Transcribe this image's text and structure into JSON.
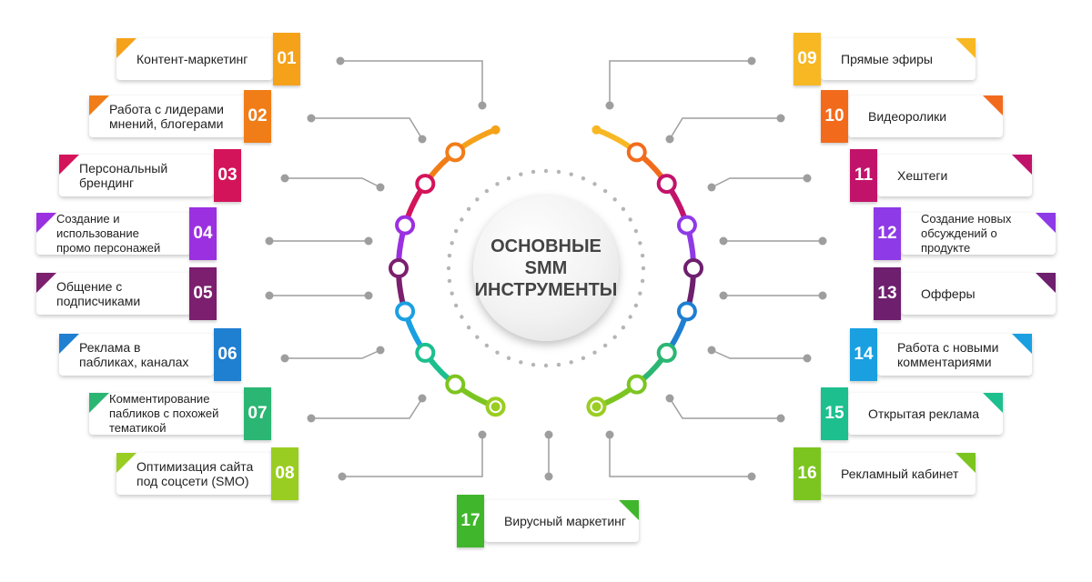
{
  "center": {
    "title": "ОСНОВНЫЕ SMM\nИНСТРУМЕНТЫ"
  },
  "items": [
    {
      "num": "01",
      "label": "Контент-маркетинг",
      "color": "#f5a21a"
    },
    {
      "num": "02",
      "label": "Работа с лидерами\nмнений, блогерами",
      "color": "#f07d17"
    },
    {
      "num": "03",
      "label": "Персональный\nбрендинг",
      "color": "#d4145a"
    },
    {
      "num": "04",
      "label": "Создание и\nиспользование\nпромо персонажей",
      "color": "#9b30e0"
    },
    {
      "num": "05",
      "label": "Общение с\nподписчиками",
      "color": "#7b1f6e"
    },
    {
      "num": "06",
      "label": "Реклама в\nпабликах, каналах",
      "color": "#1f7fd1"
    },
    {
      "num": "07",
      "label": "Комментирование\nпабликов с похожей\nтематикой",
      "color": "#2bb673"
    },
    {
      "num": "08",
      "label": "Оптимизация сайта\nпод соцсети (SMO)",
      "color": "#9acd22"
    },
    {
      "num": "09",
      "label": "Прямые эфиры",
      "color": "#f7b824"
    },
    {
      "num": "10",
      "label": "Видеоролики",
      "color": "#f26b1d"
    },
    {
      "num": "11",
      "label": "Хештеги",
      "color": "#c2136b"
    },
    {
      "num": "12",
      "label": "Создание новых\nобсуждений о\nпродукте",
      "color": "#8e3ae6"
    },
    {
      "num": "13",
      "label": "Офферы",
      "color": "#6e1f6e"
    },
    {
      "num": "14",
      "label": "Работа с новыми\nкомментариями",
      "color": "#1aa0e0"
    },
    {
      "num": "15",
      "label": "Открытая реклама",
      "color": "#1dbf8e"
    },
    {
      "num": "16",
      "label": "Рекламный кабинет",
      "color": "#7cc520"
    },
    {
      "num": "17",
      "label": "Вирусный маркетинг",
      "color": "#3fb62b"
    }
  ]
}
